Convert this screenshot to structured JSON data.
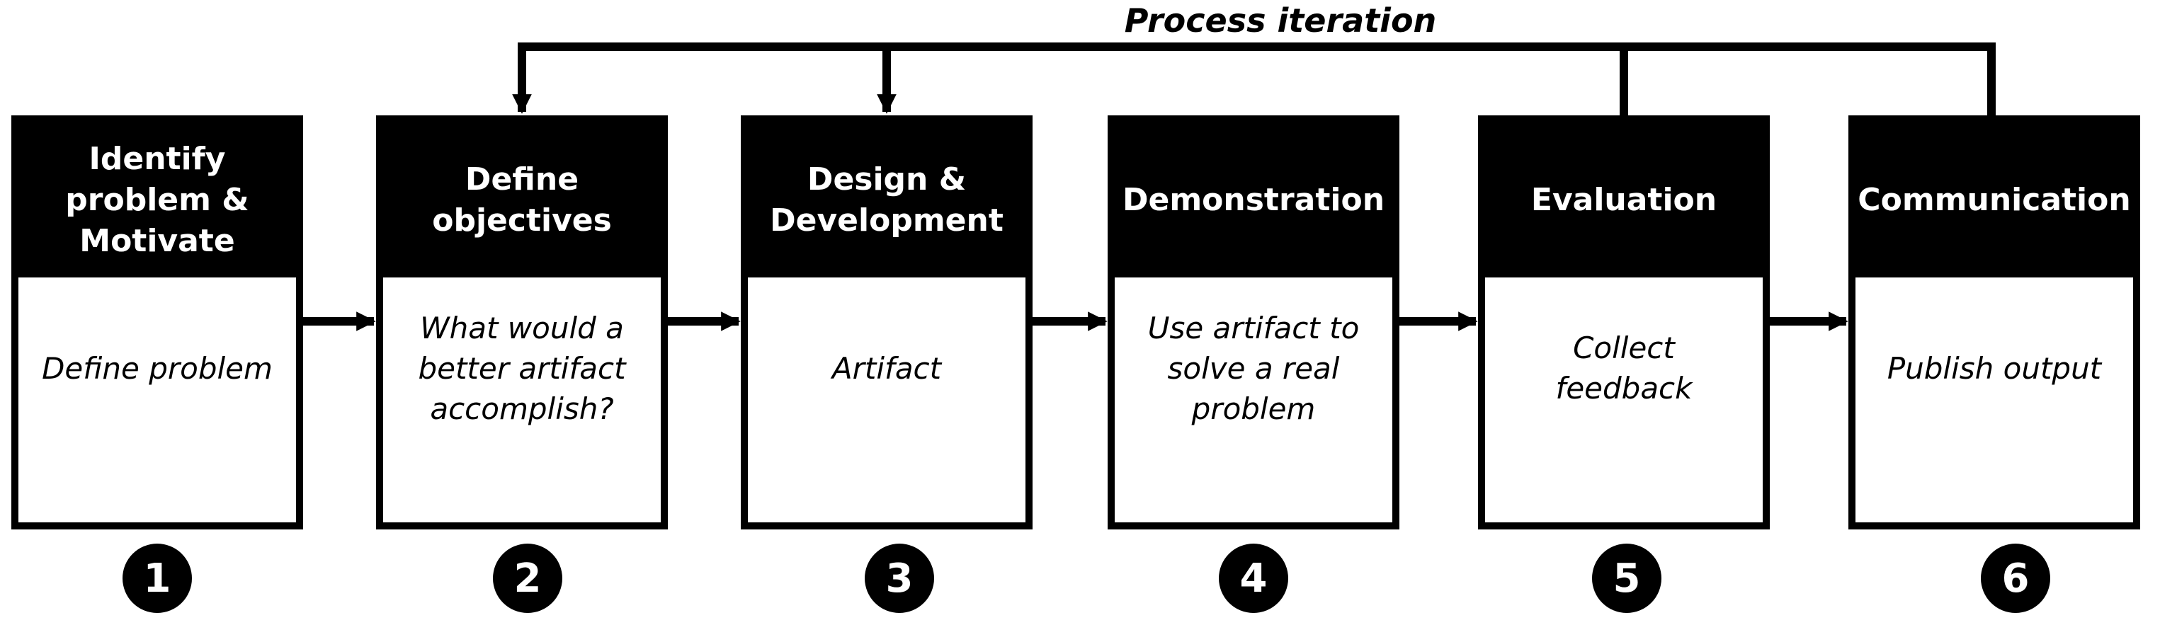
{
  "diagram": {
    "iteration_label": "Process iteration",
    "steps": [
      {
        "number": "1",
        "title": "Identify problem & Motivate",
        "description": "Define problem"
      },
      {
        "number": "2",
        "title": "Define objectives",
        "description": "What would a better artifact accomplish?"
      },
      {
        "number": "3",
        "title": "Design & Development",
        "description": "Artifact"
      },
      {
        "number": "4",
        "title": "Demonstration",
        "description": "Use artifact to solve a real problem"
      },
      {
        "number": "5",
        "title": "Evaluation",
        "description": "Collect feedback"
      },
      {
        "number": "6",
        "title": "Communication",
        "description": "Publish output"
      }
    ],
    "colors": {
      "header_bg": "#000000",
      "header_text": "#ffffff",
      "body_bg": "#ffffff",
      "body_text": "#000000",
      "line": "#000000",
      "background": "#ffffff"
    }
  }
}
